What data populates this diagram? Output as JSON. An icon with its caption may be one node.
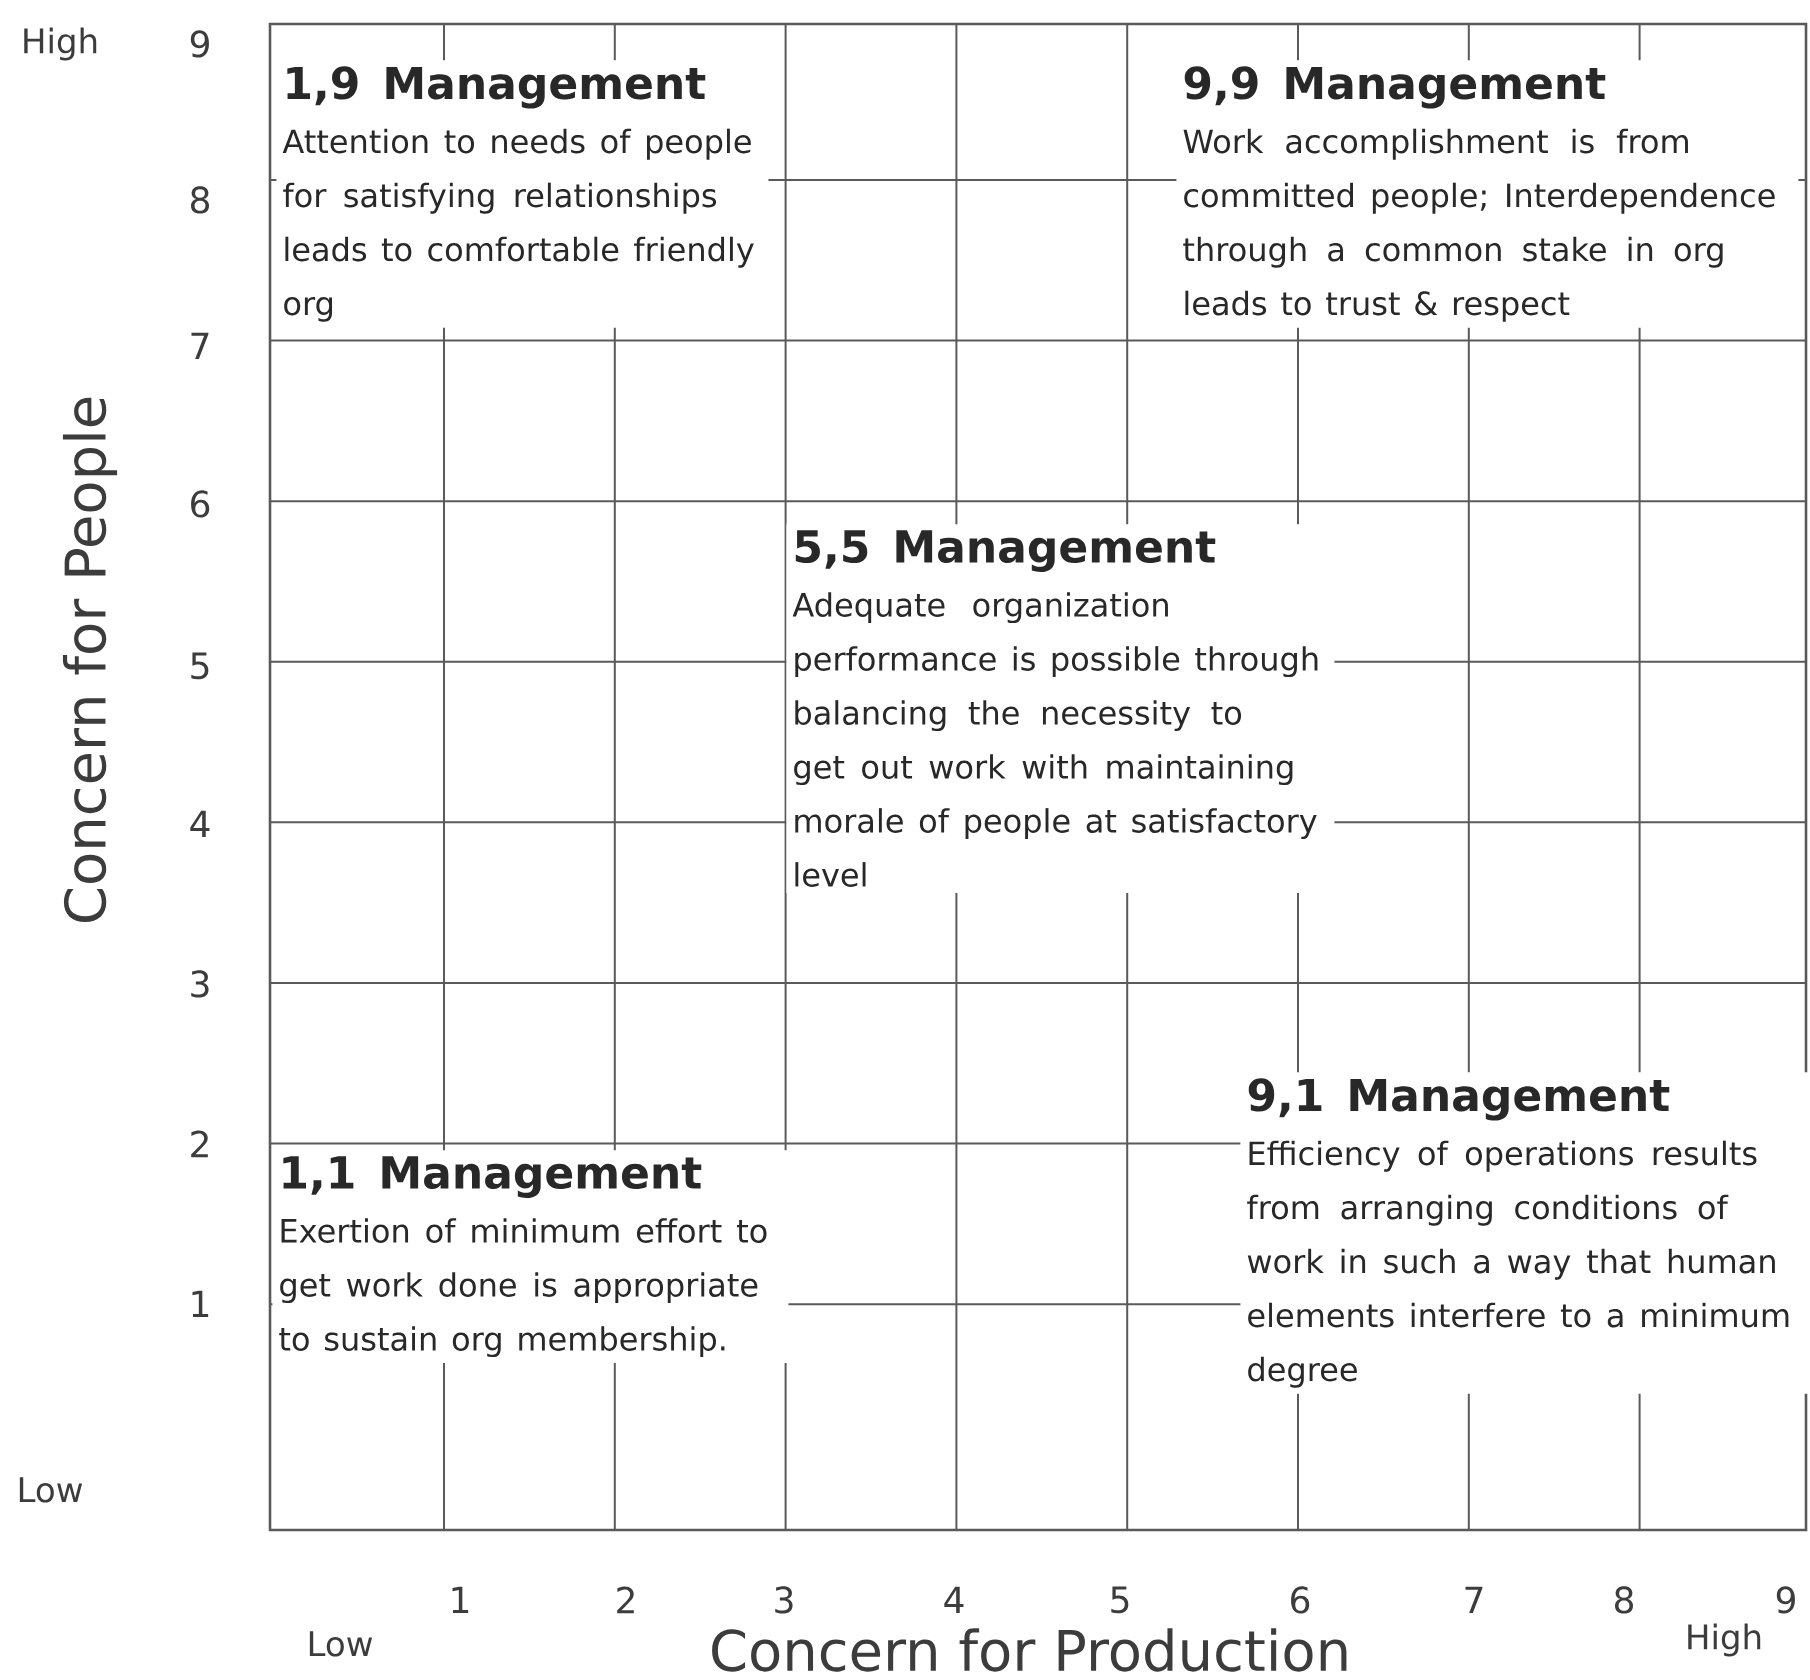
{
  "diagram": {
    "nodes": [
      {
        "text": [
          "1,9 Management",
          "Attention to needs of people for satisfying relationships leads to comfortable friendly org"
        ]
      },
      {
        "text": [
          "9,9 Management",
          "Work accomplishment is from committed people; Interdependence through a common stake in org leads to trust & respect"
        ]
      },
      {
        "text": [
          "5,5 Management",
          "Adequate organization performance is possible through balancing the necessity to get out work with maintaining morale of people at satisfactory level"
        ]
      },
      {
        "text": [
          "1,1 Management",
          "Exertion of minimum effort to get work done is appropriate to sustain org membership."
        ]
      },
      {
        "text": [
          "9,1 Management",
          "Efficiency of operations results from arranging conditions of work in such a way that human elements interfere to a minimum degree"
        ]
      }
    ],
    "labels": [
      "High",
      "9",
      "8",
      "7",
      "6",
      "5",
      "4",
      "3",
      "2",
      "1",
      "Low",
      "Concern for People",
      "1",
      "2",
      "3",
      "4",
      "5",
      "6",
      "7",
      "8",
      "9",
      "Low",
      "Concern for Production",
      "High"
    ]
  }
}
